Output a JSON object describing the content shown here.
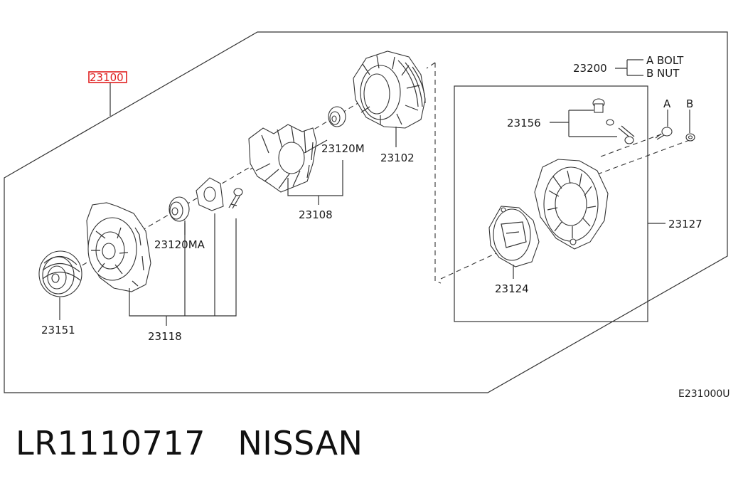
{
  "highlight_color": "#e02020",
  "labels": {
    "assembly": "23100",
    "pulley": "23151",
    "front_cover_kit": "23118",
    "bearing_front": "23120MA",
    "rotor": "23108",
    "bearing_rear": "23120M",
    "stator": "23102",
    "terminal_kit": "23200",
    "terminal_a": "A BOLT",
    "terminal_b": "B NUT",
    "terminal_parts": "23156",
    "callout_a": "A",
    "callout_b": "B",
    "rear_cover": "23127",
    "regulator": "23124"
  },
  "diagram_code": "E231000U",
  "caption": {
    "part_number": "LR1110717",
    "brand": "NISSAN"
  }
}
